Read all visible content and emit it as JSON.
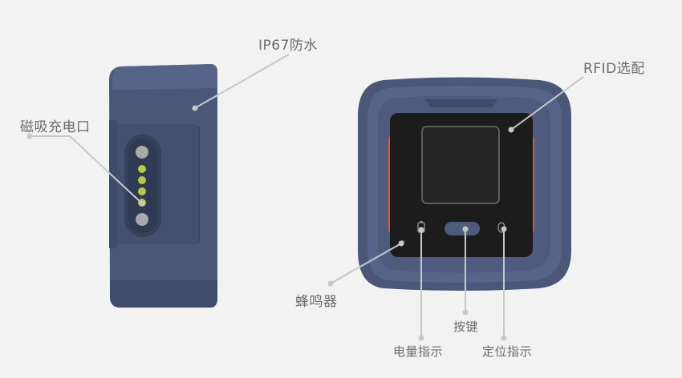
{
  "labels": {
    "ip67": "IP67防水",
    "magnetic_charging": "磁吸充电口",
    "rfid": "RFID选配",
    "buzzer": "蜂鸣器",
    "button": "按键",
    "battery_indicator": "电量指示",
    "location_indicator": "定位指示"
  },
  "colors": {
    "background": "#f2f2f2",
    "device_body": "#4a5778",
    "face_panel": "#1c1c1c",
    "side_accent": "#d9573a",
    "pogo_pin_gold": "#b8c94a",
    "callout_line": "#c8c8c8"
  }
}
